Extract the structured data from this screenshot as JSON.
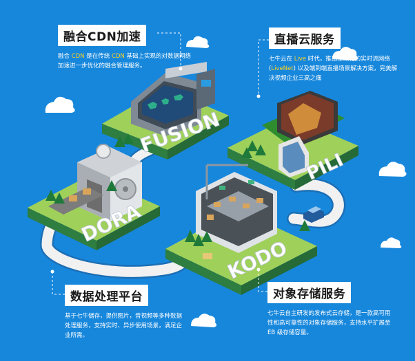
{
  "callouts": {
    "fusion": {
      "title": "融合CDN加速",
      "desc": [
        {
          "t": "融合 ",
          "hl": false
        },
        {
          "t": "CDN",
          "hl": true
        },
        {
          "t": " 是在传统 ",
          "hl": false
        },
        {
          "t": "CDN",
          "hl": true
        },
        {
          "t": " 基础上实现的对数据网络加速进一步优化的融合管理服务。",
          "hl": false
        }
      ]
    },
    "pili": {
      "title": "直播云服务",
      "desc": [
        {
          "t": "七牛云在 ",
          "hl": false
        },
        {
          "t": "Live",
          "hl": true
        },
        {
          "t": " 时代，推出全球化的实时流网络 (",
          "hl": false
        },
        {
          "t": "LiveNet",
          "hl": true
        },
        {
          "t": ") 以及端到端直播场景解决方案，完美解决视频企业三高之痛",
          "hl": false
        }
      ]
    },
    "dora": {
      "title": "数据处理平台",
      "desc": [
        {
          "t": "基于七牛储存，提供图片，音视频等多种数据处理服务，支持实时、异步使用场景，满足企业所需。",
          "hl": false
        }
      ]
    },
    "kodo": {
      "title": "对象存储服务",
      "desc": [
        {
          "t": "七牛云自主研发的发布式云存储，是一款高可用性和高可靠性的对象存储服务，支持水平扩展至 EB 级存储容量。",
          "hl": false
        }
      ]
    }
  },
  "platforms": {
    "fusion": "FUSION",
    "pili": "PILI",
    "dora": "DORA",
    "kodo": "KODO"
  },
  "colors": {
    "background": "#1787dc",
    "grass_top": "#9fd05a",
    "grass_side": "#2e7d41",
    "road": "#f2f2f2",
    "highlight": "#ffd21f"
  }
}
